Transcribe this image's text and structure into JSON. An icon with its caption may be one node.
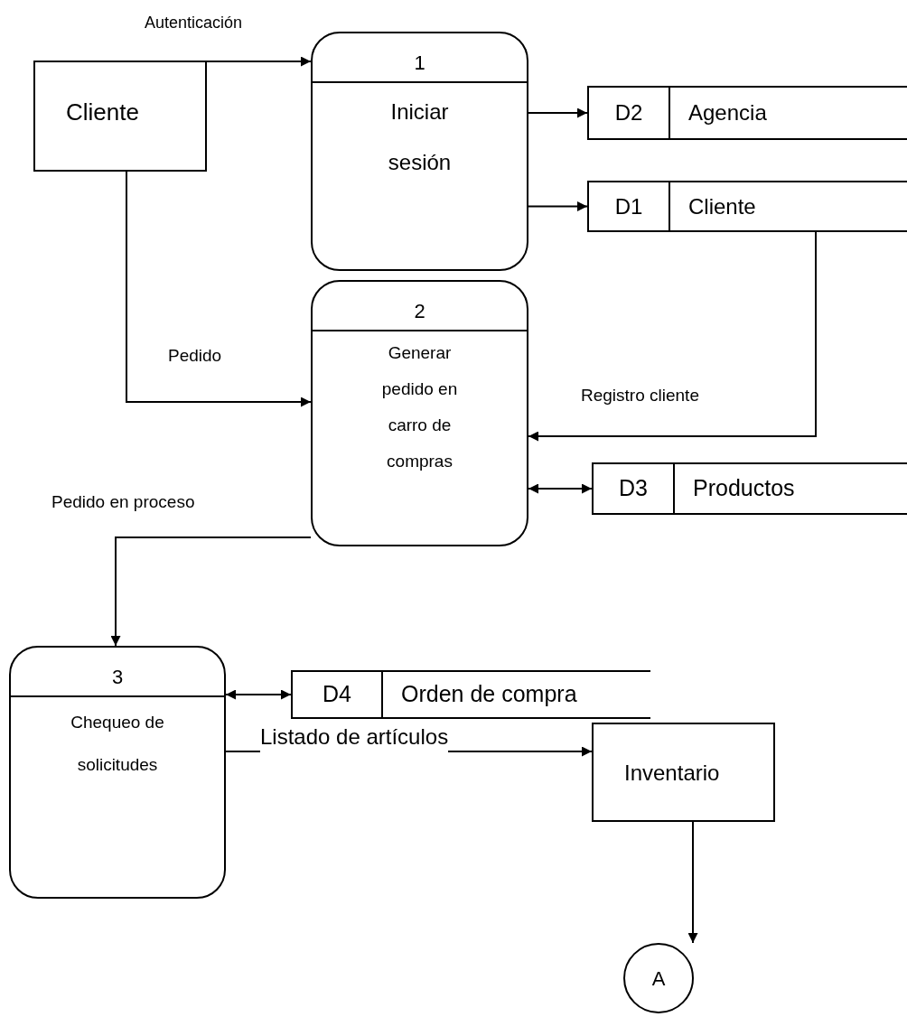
{
  "diagram": {
    "nodes": [
      {
        "text": [
          "Cliente"
        ]
      },
      {
        "text": [
          "1",
          "Iniciar sesión"
        ]
      },
      {
        "text": [
          "D2",
          "Agencia"
        ]
      },
      {
        "text": [
          "D1",
          "Cliente"
        ]
      },
      {
        "text": [
          "2",
          "Generar pedido en carro de compras"
        ]
      },
      {
        "text": [
          "D3",
          "Productos"
        ]
      },
      {
        "text": [
          "3",
          "Chequeo de solicitudes"
        ]
      },
      {
        "text": [
          "D4",
          "Orden de compra"
        ]
      },
      {
        "text": [
          "Inventario"
        ]
      },
      {
        "text": [
          "A"
        ]
      }
    ],
    "edges": [
      {
        "from": 0,
        "to": 1,
        "arrow": "to",
        "label": "Autenticación"
      },
      {
        "from": 1,
        "to": 2,
        "arrow": "to"
      },
      {
        "from": 1,
        "to": 3,
        "arrow": "to"
      },
      {
        "from": 0,
        "to": 4,
        "arrow": "to",
        "label": "Pedido"
      },
      {
        "from": 3,
        "to": 4,
        "arrow": "to",
        "label": "Registro cliente"
      },
      {
        "from": 4,
        "to": 5,
        "arrow": "both"
      },
      {
        "from": 4,
        "to": 6,
        "arrow": "to",
        "label": "Pedido en proceso"
      },
      {
        "from": 6,
        "to": 7,
        "arrow": "both"
      },
      {
        "from": 6,
        "to": 8,
        "arrow": "to",
        "label": "Listado de artículos"
      },
      {
        "from": 8,
        "to": 9,
        "arrow": "to"
      }
    ]
  }
}
